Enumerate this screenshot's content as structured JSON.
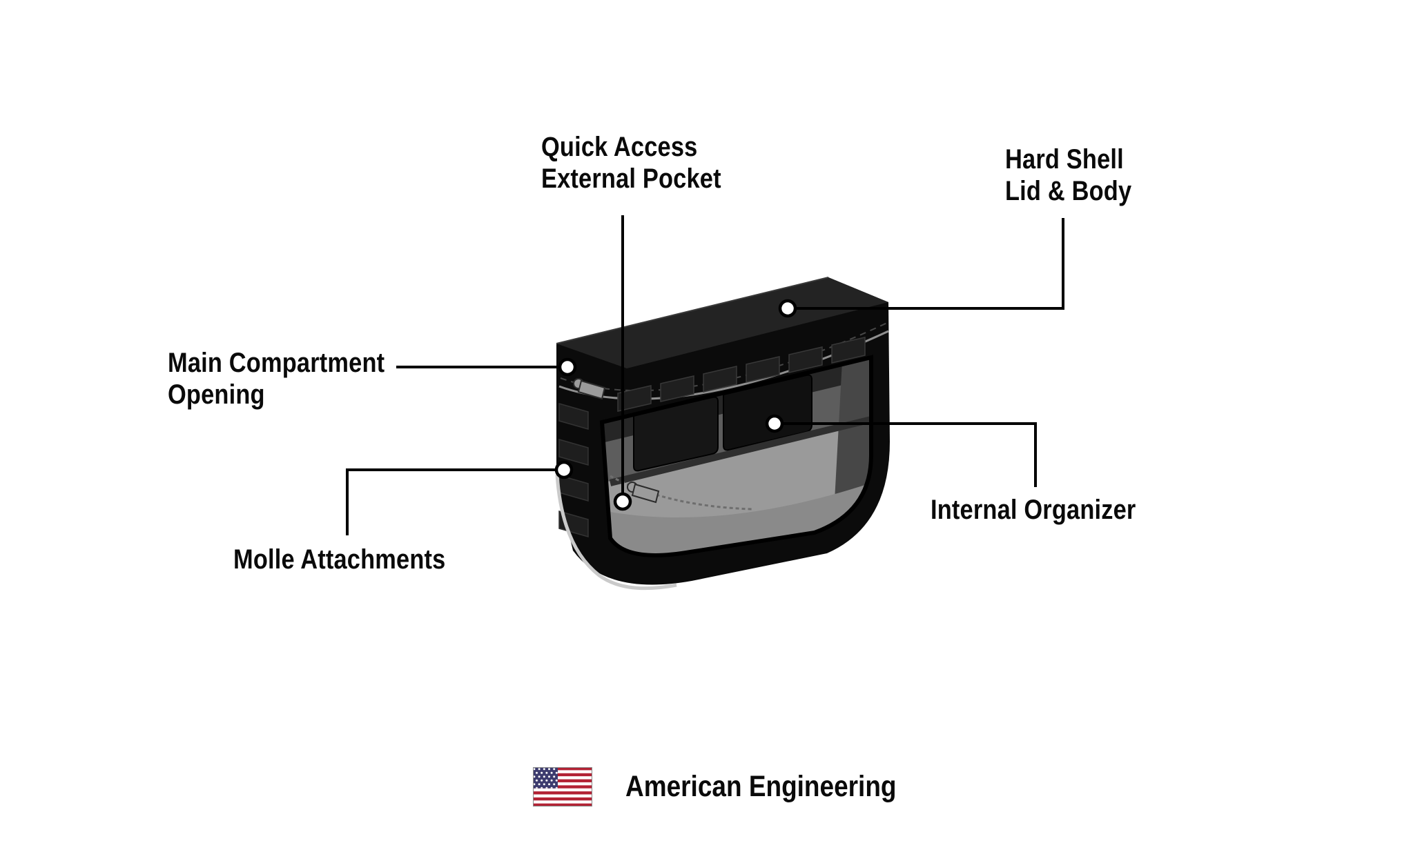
{
  "diagram": {
    "illustration": "hard-shell-saddlebag-cutaway",
    "callouts": [
      {
        "id": "quick-access-external-pocket",
        "line1": "Quick Access",
        "line2": "External Pocket"
      },
      {
        "id": "hard-shell-lid-body",
        "line1": "Hard Shell",
        "line2": "Lid & Body"
      },
      {
        "id": "main-compartment-opening",
        "line1": "Main Compartment",
        "line2": "Opening"
      },
      {
        "id": "molle-attachments",
        "line1": "Molle Attachments"
      },
      {
        "id": "internal-organizer",
        "line1": "Internal Organizer"
      }
    ],
    "colors": {
      "background": "#ffffff",
      "text": "#000000",
      "connector": "#000000",
      "bag_shell": "#0b0b0b",
      "interior_gray": "#9a9a9a",
      "flag_red": "#B22234",
      "flag_white": "#ffffff",
      "flag_blue": "#3C3B6E"
    }
  },
  "footer": {
    "tagline": "American Engineering"
  }
}
